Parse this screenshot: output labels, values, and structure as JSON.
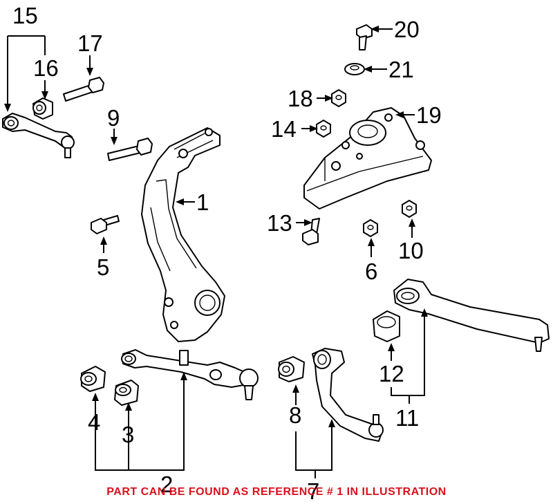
{
  "caption": "PART CAN BE FOUND AS REFERENCE # 1 IN ILLUSTRATION",
  "callouts": {
    "n1": "1",
    "n2": "2",
    "n3": "3",
    "n4": "4",
    "n5": "5",
    "n6": "6",
    "n7": "7",
    "n8": "8",
    "n9": "9",
    "n10": "10",
    "n11": "11",
    "n12": "12",
    "n13": "13",
    "n14": "14",
    "n15": "15",
    "n16": "16",
    "n17": "17",
    "n18": "18",
    "n19": "19",
    "n20": "20",
    "n21": "21"
  },
  "colors": {
    "caption": "#d9101a",
    "ink": "#000000"
  }
}
